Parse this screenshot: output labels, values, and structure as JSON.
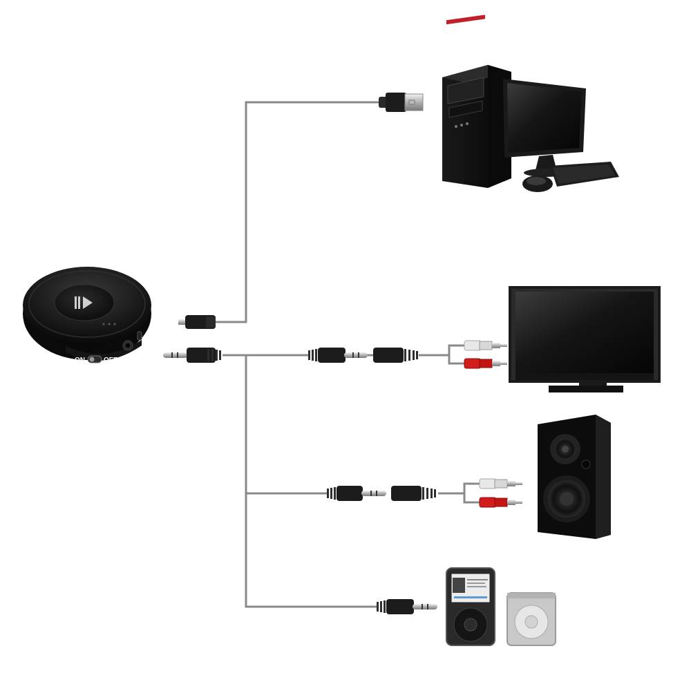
{
  "receiver": {
    "switch_on_label": "ON",
    "switch_off_label": "OFF",
    "button_icon": "play-pause-icon"
  },
  "devices": [
    {
      "name": "desktop-computer",
      "icon": "computer-icon"
    },
    {
      "name": "television",
      "icon": "tv-icon"
    },
    {
      "name": "speaker",
      "icon": "speaker-icon"
    },
    {
      "name": "ipod-classic",
      "icon": "music-player-icon"
    },
    {
      "name": "ipod-shuffle",
      "icon": "music-player-icon"
    }
  ],
  "colors": {
    "cable": "#8a8a8a",
    "plug_black": "#1c1c1c",
    "metal": "#c9c9c9",
    "rca_white": "#e8e8e8",
    "rca_red": "#d21d1d"
  }
}
